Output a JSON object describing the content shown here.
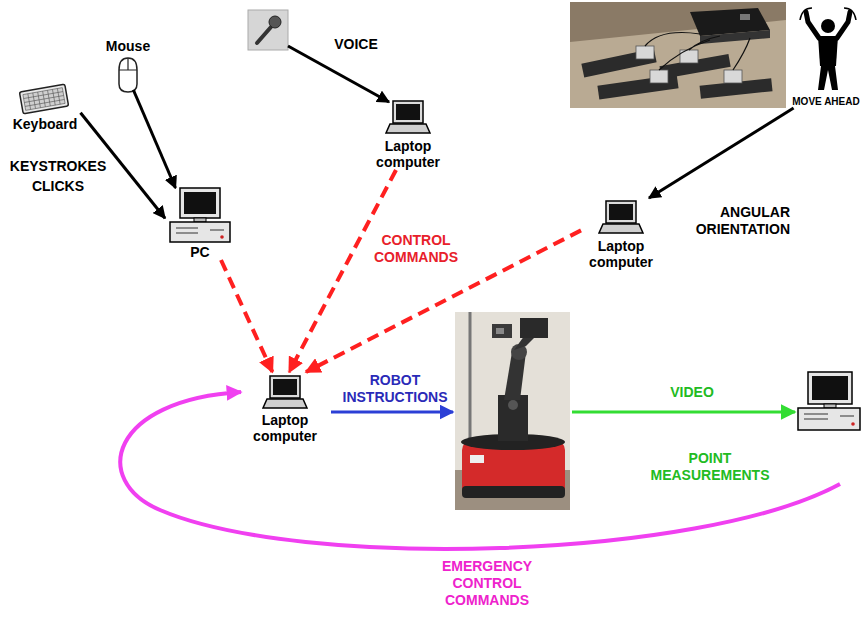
{
  "diagram": {
    "nodes": [
      {
        "text": [
          "Keyboard"
        ]
      },
      {
        "text": [
          "Mouse"
        ]
      },
      {
        "text": [
          "Laptop computer"
        ]
      },
      {
        "text": [
          "MOVE AHEAD"
        ]
      },
      {
        "text": [
          "PC"
        ]
      },
      {
        "text": [
          "Laptop computer"
        ]
      },
      {
        "text": [
          "Laptop computer"
        ]
      }
    ],
    "edges": [
      {
        "from": 0,
        "to": 4,
        "arrow": "to"
      },
      {
        "from": 1,
        "to": 4,
        "arrow": "to"
      },
      {
        "from": 3,
        "to": 5,
        "arrow": "to",
        "label": "ANGULAR ORIENTATION"
      },
      {
        "from": 4,
        "to": 6,
        "arrow": "to"
      },
      {
        "from": 2,
        "to": 6,
        "arrow": "to",
        "label": "CONTROL COMMANDS"
      },
      {
        "from": 5,
        "to": 6,
        "arrow": "to"
      }
    ],
    "labels": [
      "KEYSTROKES",
      "CLICKS",
      "VOICE",
      "ROBOT INSTRUCTIONS",
      "VIDEO",
      "POINT MEASUREMENTS",
      "EMERGENCY CONTROL COMMANDS"
    ]
  }
}
